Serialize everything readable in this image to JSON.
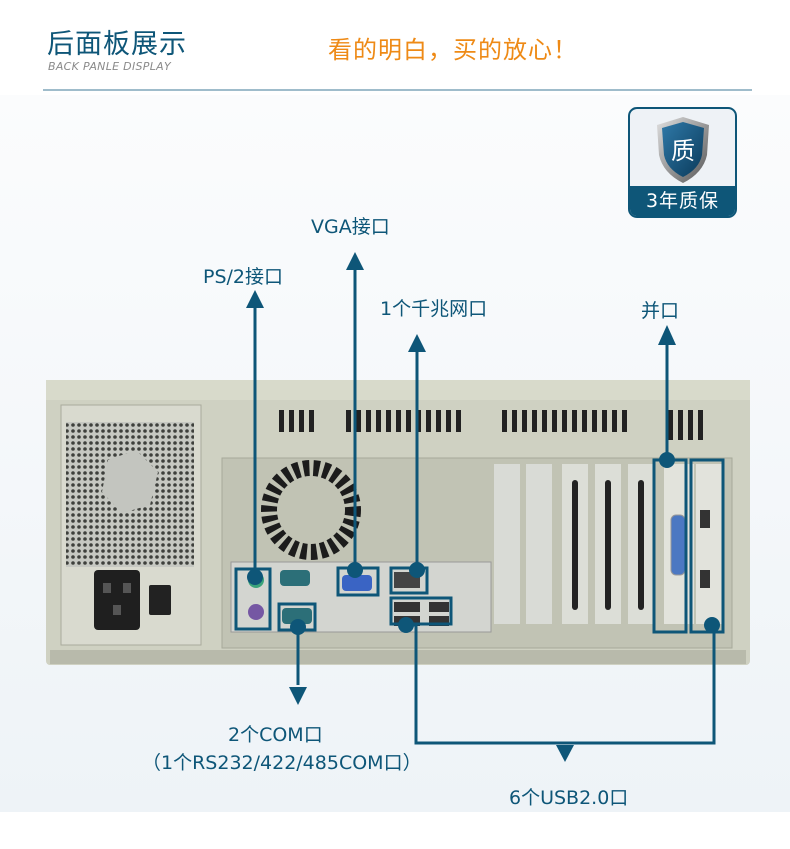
{
  "header": {
    "title": "后面板展示",
    "subtitle": "BACK PANLE DISPLAY",
    "slogan": "看的明白，买的放心！"
  },
  "badge": {
    "icon": "shield-icon",
    "shield_char": "质",
    "label": "3年质保"
  },
  "callouts": {
    "vga": "VGA接口",
    "ps2": "PS/2接口",
    "lan": "1个千兆网口",
    "parallel": "并口",
    "com_line1": "2个COM口",
    "com_line2": "（1个RS232/422/485COM口）",
    "usb": "6个USB2.0口"
  },
  "colors": {
    "accent": "#0e5678",
    "slogan": "#ee8a16",
    "chassis": "#c9cbbb"
  }
}
